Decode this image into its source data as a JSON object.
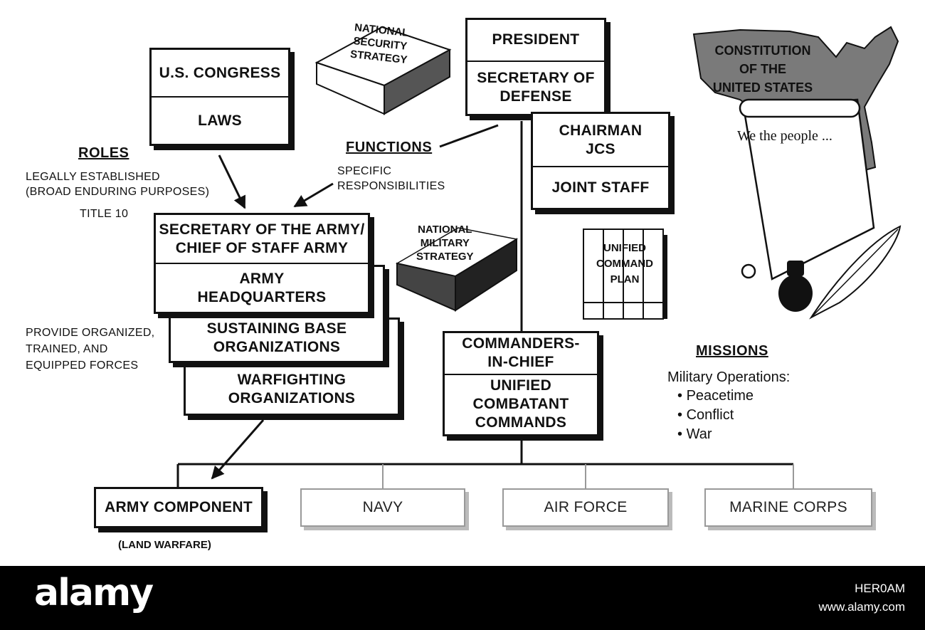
{
  "congress": {
    "title": "U.S. CONGRESS",
    "sub": "LAWS"
  },
  "president": {
    "title": "PRESIDENT",
    "sub": "SECRETARY OF\nDEFENSE"
  },
  "jcs": {
    "title": "CHAIRMAN\nJCS",
    "sub": "JOINT STAFF"
  },
  "army": {
    "secretary": "SECRETARY OF THE ARMY/\nCHIEF OF STAFF ARMY",
    "hq": "ARMY\nHEADQUARTERS",
    "sustaining": "SUSTAINING BASE\nORGANIZATIONS",
    "warfighting": "WARFIGHTING\nORGANIZATIONS"
  },
  "cinc": {
    "title": "COMMANDERS-\nIN-CHIEF",
    "sub": "UNIFIED\nCOMBATANT\nCOMMANDS"
  },
  "components": {
    "army": "ARMY COMPONENT",
    "army_note": "(LAND WARFARE)",
    "navy": "NAVY",
    "air_force": "AIR FORCE",
    "marine_corps": "MARINE CORPS"
  },
  "books": {
    "national_security": "NATIONAL\nSECURITY\nSTRATEGY",
    "national_military": "NATIONAL\nMILITARY\nSTRATEGY",
    "unified_command": "UNIFIED\nCOMMAND\nPLAN"
  },
  "constitution": {
    "title": "CONSTITUTION\nOF THE\nUNITED STATES",
    "preamble": "We the people ..."
  },
  "roles": {
    "heading": "ROLES",
    "text": "LEGALLY ESTABLISHED\n(BROAD ENDURING PURPOSES)",
    "title10": "TITLE 10"
  },
  "functions": {
    "heading": "FUNCTIONS",
    "text": "SPECIFIC\nRESPONSIBILITIES"
  },
  "provide": {
    "text": "PROVIDE ORGANIZED,\nTRAINED, AND\nEQUIPPED FORCES"
  },
  "missions": {
    "heading": "MISSIONS",
    "intro": "Military Operations:",
    "items": [
      "Peacetime",
      "Conflict",
      "War"
    ]
  },
  "footer": {
    "logo": "alamy",
    "image_id": "HER0AM",
    "url": "www.alamy.com"
  },
  "colors": {
    "ink": "#111111",
    "light_border": "#999999",
    "footer_bg": "#000000"
  }
}
